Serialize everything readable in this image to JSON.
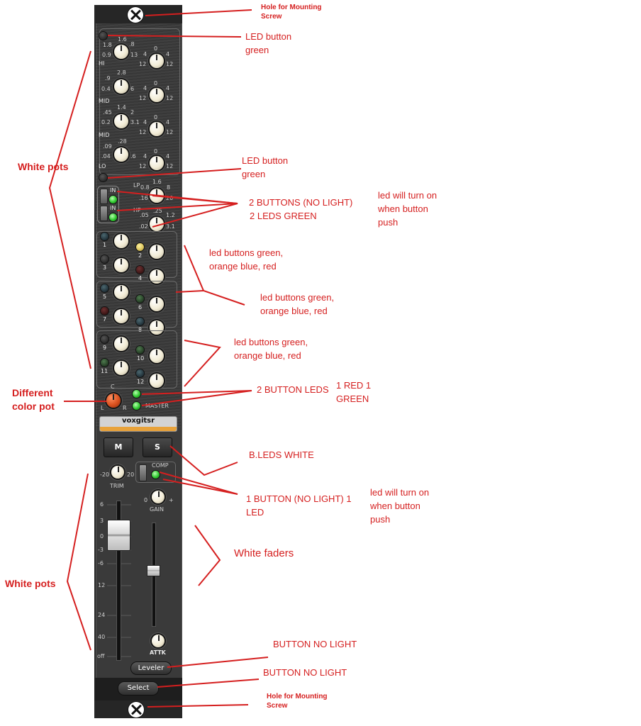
{
  "strip": {
    "eq_knobs": [
      {
        "label": "HI",
        "scale": [
          "1.6",
          ".8",
          "1.8",
          "0.9",
          "13"
        ]
      },
      {
        "label": "MID",
        "scale": [
          "2.8",
          ".9",
          "0.4",
          "6"
        ]
      },
      {
        "label": "MID",
        "scale": [
          "1.4",
          ".45",
          "2",
          "0.2",
          "3.1"
        ]
      },
      {
        "label": "LO",
        "scale": [
          ".28",
          ".09",
          ".04",
          ".6"
        ]
      }
    ],
    "gain_scale": [
      "0",
      "4",
      "4",
      "12",
      "12"
    ],
    "filter": {
      "in1": "IN",
      "in2": "IN",
      "lp": "LP",
      "hp": "HP",
      "lp_scale": [
        "1.6",
        "0.8",
        ".16",
        "8",
        "20"
      ],
      "hp_scale": [
        ".25",
        ".05",
        "1.2",
        ".02",
        "3.1"
      ]
    },
    "send_numbers": [
      "1",
      "2",
      "3",
      "4",
      "5",
      "6",
      "7",
      "8",
      "9",
      "10",
      "11",
      "12"
    ],
    "pan": {
      "c": "C",
      "l": "L",
      "r": "R"
    },
    "master_label": "MASTER",
    "channel_name": "voxgitsr",
    "mute_label": "M",
    "solo_label": "S",
    "comp_label": "COMP",
    "trim": {
      "label": "TRIM",
      "min": "-20",
      "max": "20"
    },
    "gain": {
      "label": "GAIN",
      "min": "0",
      "max": "+"
    },
    "fader_scale": [
      "6",
      "3",
      "0",
      "-3",
      "-6",
      "12",
      "24",
      "40",
      "off"
    ],
    "attk_label": "ATTK",
    "leveler_label": "Leveler",
    "select_label": "Select"
  },
  "annotations": {
    "screw_top": "Hole for Mounting Screw",
    "led_top": "LED  button green",
    "led_mid": "LED  button green",
    "buttons_filter": "2 BUTTONS (NO LIGHT)",
    "leds_filter": "2  LEDS  GREEN",
    "led_turn_1": "led will turn on when button push",
    "sends_1": "led buttons green, orange blue, red",
    "sends_2": "led buttons green, orange blue, red",
    "sends_3": "led buttons green, orange blue, red",
    "button_leds": "2 BUTTON LEDS",
    "red_green": "1 RED 1 GREEN",
    "b_leds": "B.LEDS   WHITE",
    "comp_button": "1 BUTTON (NO LIGHT) 1 LED",
    "led_turn_2": "led will turn on when button push",
    "white_faders": "White faders",
    "white_pots_1": "White pots",
    "white_pots_2": "White pots",
    "diff_pot": "Different color pot",
    "btn_no_light_1": "BUTTON NO LIGHT",
    "btn_no_light_2": "BUTTON NO LIGHT",
    "screw_bottom": "Hole for Mounting Screw"
  },
  "colors": {
    "annotation": "#d51f1f",
    "led_green": "#2fc82f",
    "pan_knob": "#d9501e",
    "name_accent": "#e8a23a"
  }
}
